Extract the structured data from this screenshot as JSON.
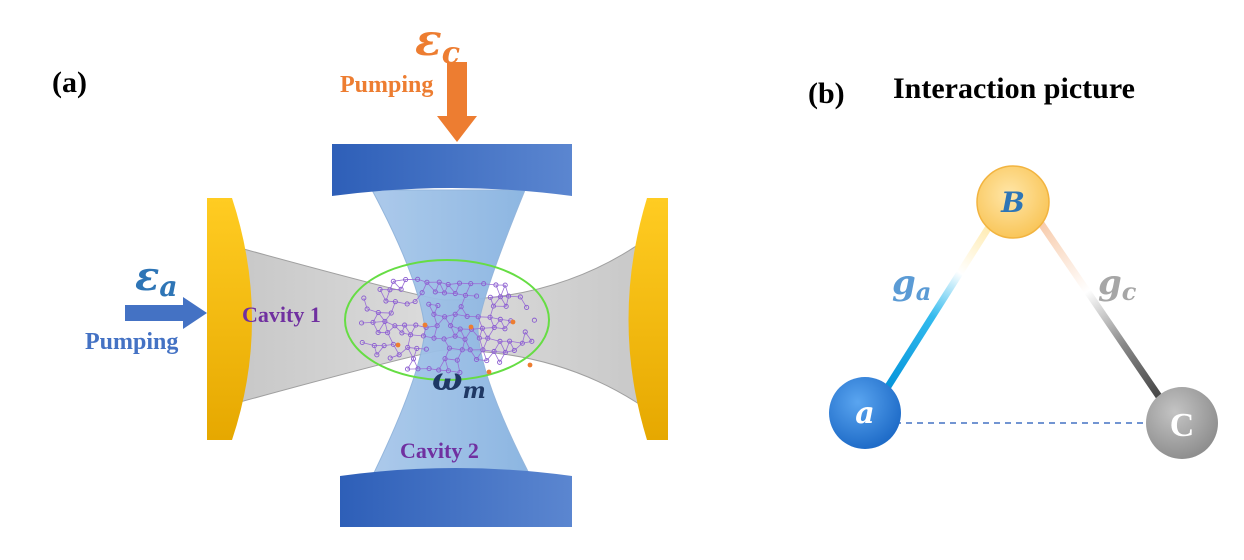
{
  "panel_a": {
    "label": "(a)",
    "pump_top": {
      "symbol": "ε",
      "subscript": "c",
      "text": "Pumping"
    },
    "pump_left": {
      "symbol": "ε",
      "subscript": "a",
      "text": "Pumping"
    },
    "cavity1": "Cavity 1",
    "cavity2": "Cavity 2",
    "mechanical": {
      "symbol": "ω",
      "subscript": "m"
    }
  },
  "panel_b": {
    "label": "(b)",
    "title": "Interaction picture",
    "nodes": {
      "B": "B",
      "a": "a",
      "c": "C"
    },
    "couplings": {
      "ga": {
        "symbol": "g",
        "subscript": "a"
      },
      "gc": {
        "symbol": "g",
        "subscript": "c"
      }
    }
  },
  "colors": {
    "mirror_blue": "#3f6cc2",
    "mirror_yellow": "#f5b800",
    "pump_orange": "#ed7d31",
    "pump_blue": "#4472c4",
    "label_purple": "#7030a0",
    "beam_gray": "#d0d0d0",
    "beam_blue": "#9dc3e6",
    "ellipse_green": "#66dd44",
    "node_B": "#fdd27a",
    "node_a": "#2f7fd9",
    "node_c": "#a6a6a6"
  },
  "icons": [
    "arrow-down-icon",
    "arrow-right-icon",
    "membrane-icon"
  ]
}
